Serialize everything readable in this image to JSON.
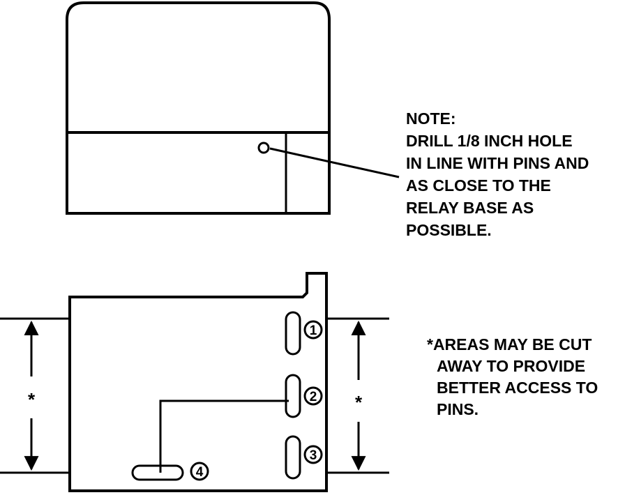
{
  "note": {
    "lines": [
      "NOTE:",
      "DRILL 1/8 INCH HOLE",
      "IN LINE WITH PINS AND",
      "AS CLOSE TO THE",
      "RELAY BASE AS",
      "POSSIBLE."
    ]
  },
  "areas_note": {
    "lines": [
      "*AREAS MAY BE CUT",
      "AWAY TO PROVIDE",
      "BETTER ACCESS TO",
      "PINS."
    ]
  },
  "dimension_marks": {
    "left": "*",
    "right": "*"
  },
  "pins": [
    {
      "label": "1"
    },
    {
      "label": "2"
    },
    {
      "label": "3"
    },
    {
      "label": "4"
    }
  ],
  "colors": {
    "line": "#000000",
    "background": "#ffffff"
  }
}
